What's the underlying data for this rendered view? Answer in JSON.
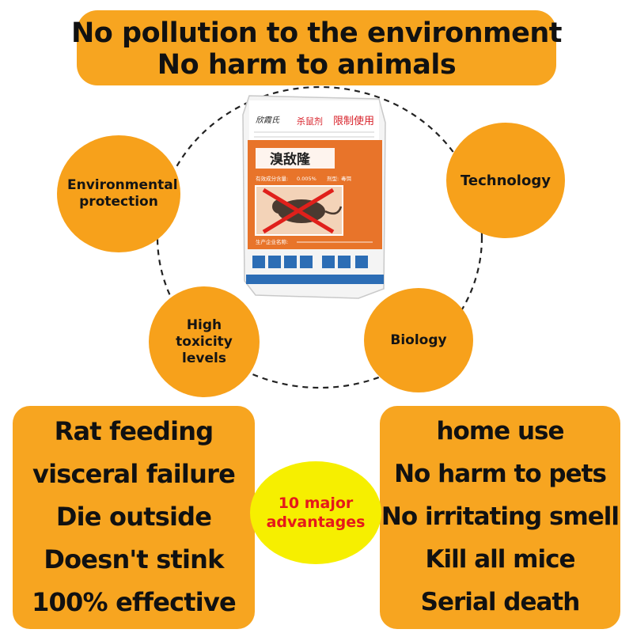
{
  "banner": {
    "line1": "No pollution to the environment",
    "line2": "No harm to animals"
  },
  "circles": {
    "environmental": "Environmental protection",
    "technology": "Technology",
    "toxicity": "High toxicity levels",
    "biology": "Biology"
  },
  "product": {
    "brand": "欣霞氏",
    "category": "杀鼠剂",
    "restricted": "限制使用",
    "name": "溴敌隆",
    "content_label": "有效成分含量:",
    "content_value": "0.005%",
    "form_label": "剂型:",
    "form_value": "毒饵",
    "manufacturer": "生产企业名称:"
  },
  "left_panel": {
    "items": [
      "Rat feeding",
      "visceral failure",
      "Die outside",
      "Doesn't stink",
      "100% effective"
    ]
  },
  "center_badge": {
    "line1": "10 major",
    "line2": "advantages"
  },
  "right_panel": {
    "items": [
      "home use",
      "No harm to pets",
      "No irritating smell",
      "Kill all mice",
      "Serial death"
    ]
  },
  "colors": {
    "orange": "#f7a520",
    "badge_yellow": "#f6ef00",
    "badge_text": "#e5191b",
    "package_orange": "#e8742a",
    "package_blue": "#2c6db5"
  }
}
